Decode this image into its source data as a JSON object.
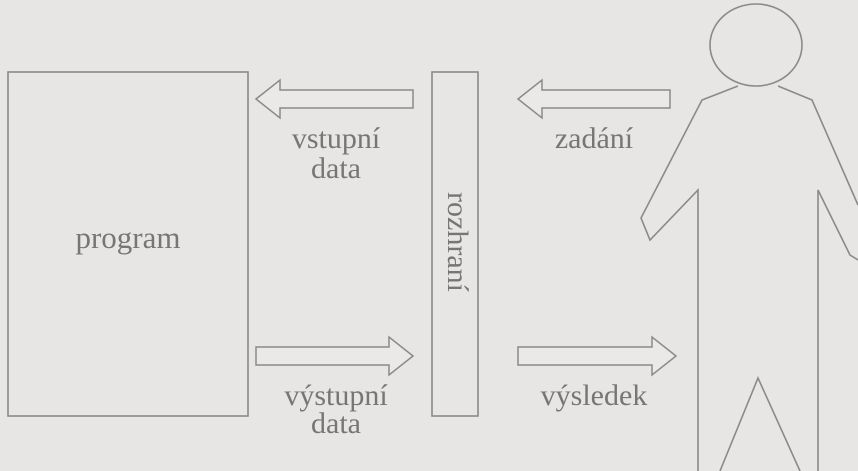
{
  "labels": {
    "program": "program",
    "interface": "rozhraní",
    "input_data_line1": "vstupní",
    "input_data_line2": "data",
    "output_data_line1": "výstupní",
    "output_data_line2": "data",
    "assignment": "zadání",
    "result": "výsledek"
  },
  "colors": {
    "background": "#e7e6e4",
    "stroke": "#8a8a8a",
    "text": "#767676"
  }
}
